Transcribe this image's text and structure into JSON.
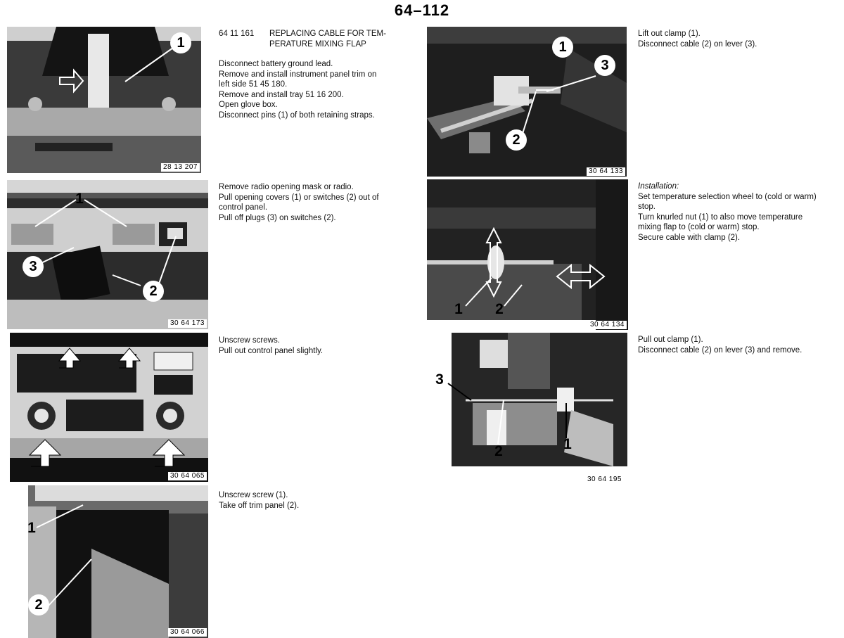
{
  "page": {
    "number": "64–112"
  },
  "sections": {
    "intro": {
      "code": "64 11 161",
      "title_line1": "REPLACING CABLE FOR TEM-",
      "title_line2": "PERATURE MIXING FLAP",
      "steps": [
        "Disconnect battery ground lead.",
        "Remove and install instrument panel trim on",
        "left side 51 45 180.",
        "Remove and install tray 51 16 200.",
        "Open glove box.",
        "Disconnect pins (1) of both retaining straps."
      ]
    },
    "radio": {
      "steps": [
        "Remove radio opening mask or radio.",
        "Pull opening covers (1) or switches (2) out of",
        "control panel.",
        "Pull off plugs (3) on switches (2)."
      ]
    },
    "screws": {
      "steps": [
        "Unscrew screws.",
        "Pull out control panel slightly."
      ]
    },
    "trim": {
      "steps": [
        "Unscrew screw (1).",
        "Take off trim panel (2)."
      ]
    },
    "clamp": {
      "steps": [
        "Lift out clamp (1).",
        "Disconnect cable (2) on lever (3)."
      ]
    },
    "installation": {
      "heading": "Installation:",
      "steps": [
        "Set temperature selection wheel to (cold or warm)",
        "stop.",
        "Turn knurled nut (1) to also move temperature",
        "mixing flap to (cold or warm) stop.",
        "Secure cable with clamp (2)."
      ]
    },
    "pullout": {
      "steps": [
        "Pull out clamp (1).",
        "Disconnect cable (2) on lever (3) and remove."
      ]
    }
  },
  "figures": [
    {
      "code": "28 13 207",
      "callouts": [
        "1"
      ]
    },
    {
      "code": "30 64 173",
      "callouts": [
        "1",
        "3",
        "2"
      ]
    },
    {
      "code": "30 64 065",
      "callouts": []
    },
    {
      "code": "30 64 066",
      "callouts": [
        "1",
        "2"
      ]
    },
    {
      "code": "30 64 133",
      "callouts": [
        "1",
        "3",
        "2"
      ]
    },
    {
      "code": "30 64 134",
      "callouts": [
        "1",
        "2"
      ]
    },
    {
      "code": "30 64 195",
      "callouts": [
        "3",
        "2",
        "1"
      ]
    }
  ]
}
